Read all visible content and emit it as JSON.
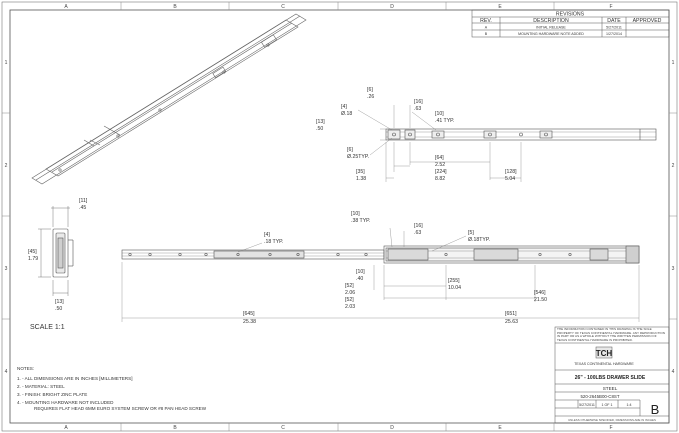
{
  "zones": {
    "top": [
      "A",
      "B",
      "C",
      "D",
      "E",
      "F"
    ],
    "bottom": [
      "A",
      "B",
      "C",
      "D",
      "E",
      "F"
    ],
    "left": [
      "1",
      "2",
      "3",
      "4"
    ],
    "right": [
      "1",
      "2",
      "3",
      "4"
    ]
  },
  "revisions": {
    "title": "REVISIONS",
    "headers": [
      "REV.",
      "DESCRIPTION",
      "DATE",
      "APPROVED"
    ],
    "rows": [
      [
        "A",
        "INITIAL RELEASE",
        "5/27/2011",
        ""
      ],
      [
        "B",
        "MOUNTING HARDWARE NOTE ADDED",
        "1/27/2014",
        ""
      ]
    ]
  },
  "side_dims": {
    "top": [
      "[11]",
      ".45"
    ],
    "left": [
      "[45]",
      "1.79"
    ],
    "bottom": [
      "[13]",
      ".50"
    ]
  },
  "scale_label": "SCALE 1:1",
  "top_view_dims": {
    "d6": [
      "[6]",
      ".26"
    ],
    "d4": [
      "[4]",
      "Ø.18"
    ],
    "d16": [
      "[16]",
      ".63"
    ],
    "d10": [
      "[10]",
      ".41 TYP."
    ],
    "d13": [
      "[13]",
      ".50"
    ],
    "d6b": [
      "[6]",
      "Ø.25TYP."
    ],
    "d64": [
      "[64]",
      "2.52"
    ],
    "d224": [
      "[224]",
      "8.82"
    ],
    "d35": [
      "[35]",
      "1.38"
    ],
    "d128": [
      "[128]",
      "5.04"
    ]
  },
  "long_view_dims": {
    "a4": [
      "[4]",
      ".18 TYP."
    ],
    "a10": [
      "[10]",
      ".38 TYP."
    ],
    "a16": [
      "[16]",
      ".63"
    ],
    "a5": [
      "[5]",
      "Ø.18TYP."
    ],
    "a10b": [
      "[10]",
      ".40"
    ],
    "a52": [
      "[52]",
      "2.06"
    ],
    "a52b": [
      "[52]",
      "2.03"
    ],
    "a255": [
      "[255]",
      "10.04"
    ],
    "a546": [
      "[546]",
      "21.50"
    ],
    "a645": [
      "[645]",
      "25.38"
    ],
    "a651": [
      "[651]",
      "25.63"
    ]
  },
  "notes": {
    "heading": "NOTES:",
    "items": [
      "1. - ALL DIMENSIONS ARE IN INCHES [MILLIMETERS]",
      "2. - MATERIAL: STEEL",
      "3. - FINISH: BRIGHT ZINC PLATE",
      "4. - MOUNTING HARDWARE NOT INCLUDED",
      "REQUIRES FLAT HEAD 6MM EURO SYSTEM SCREW OR #8 PAN HEAD SCREW"
    ]
  },
  "title_block": {
    "proprietary": "THE INFORMATION CONTAINED IN THIS DRAWING IS THE SOLE PROPERTY OF TEXAS CONTINENTAL HARDWARE. ANY REPRODUCTION IN PART OR AS A WHOLE WITHOUT THE WRITTEN PERMISSION OF TEXAS CONTINENTAL HARDWARE IS PROHIBITED.",
    "logo": "TCH",
    "company": "TEXAS CONTINENTAL HARDWARE",
    "title": "26\" - 100LBS DRAWER SLIDE",
    "material": "STEEL",
    "part_number": "520-2645B00-C8ST",
    "date": "5/27/2011",
    "sheet": "1 OF 1",
    "scale": "1:4",
    "rev": "B",
    "footer": "UNLESS OTHERWISE SPECIFIED, DIMENSIONS ARE IN INCHES"
  }
}
